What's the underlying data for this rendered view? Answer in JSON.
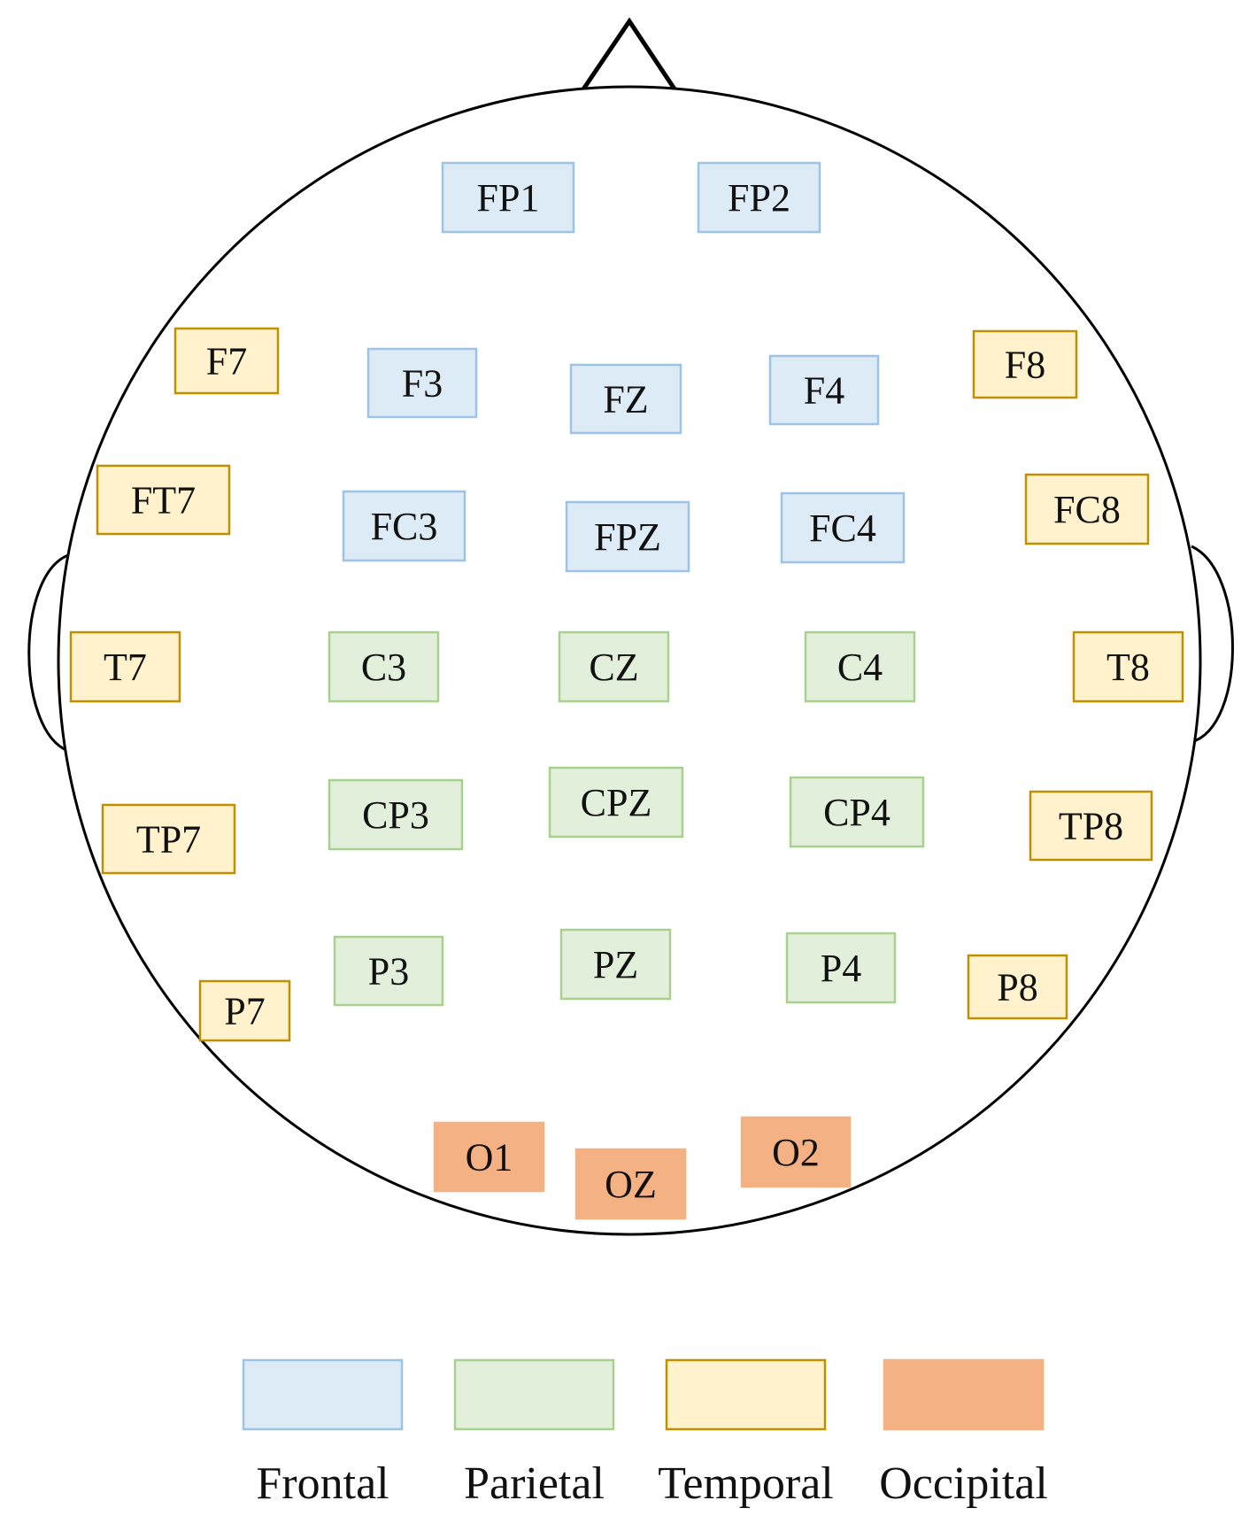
{
  "regions": {
    "frontal": {
      "label": "Frontal",
      "fill": "#ddebf7",
      "stroke": "#9dc3e6"
    },
    "parietal": {
      "label": "Parietal",
      "fill": "#e2efda",
      "stroke": "#a9d18e"
    },
    "temporal": {
      "label": "Temporal",
      "fill": "#fff2cc",
      "stroke": "#bf9000"
    },
    "occipital": {
      "label": "Occipital",
      "fill": "#f4b183",
      "stroke": "#f4b183"
    }
  },
  "legend": [
    "frontal",
    "parietal",
    "temporal",
    "occipital"
  ],
  "electrodes": [
    {
      "id": "FP1",
      "region": "frontal"
    },
    {
      "id": "FP2",
      "region": "frontal"
    },
    {
      "id": "F7",
      "region": "temporal"
    },
    {
      "id": "F3",
      "region": "frontal"
    },
    {
      "id": "FZ",
      "region": "frontal"
    },
    {
      "id": "F4",
      "region": "frontal"
    },
    {
      "id": "F8",
      "region": "temporal"
    },
    {
      "id": "FT7",
      "region": "temporal"
    },
    {
      "id": "FC3",
      "region": "frontal"
    },
    {
      "id": "FPZ",
      "region": "frontal"
    },
    {
      "id": "FC4",
      "region": "frontal"
    },
    {
      "id": "FC8",
      "region": "temporal"
    },
    {
      "id": "T7",
      "region": "temporal"
    },
    {
      "id": "C3",
      "region": "parietal"
    },
    {
      "id": "CZ",
      "region": "parietal"
    },
    {
      "id": "C4",
      "region": "parietal"
    },
    {
      "id": "T8",
      "region": "temporal"
    },
    {
      "id": "TP7",
      "region": "temporal"
    },
    {
      "id": "CP3",
      "region": "parietal"
    },
    {
      "id": "CPZ",
      "region": "parietal"
    },
    {
      "id": "CP4",
      "region": "parietal"
    },
    {
      "id": "TP8",
      "region": "temporal"
    },
    {
      "id": "P7",
      "region": "temporal"
    },
    {
      "id": "P3",
      "region": "parietal"
    },
    {
      "id": "PZ",
      "region": "parietal"
    },
    {
      "id": "P4",
      "region": "parietal"
    },
    {
      "id": "P8",
      "region": "temporal"
    },
    {
      "id": "O1",
      "region": "occipital"
    },
    {
      "id": "OZ",
      "region": "occipital"
    },
    {
      "id": "O2",
      "region": "occipital"
    }
  ]
}
